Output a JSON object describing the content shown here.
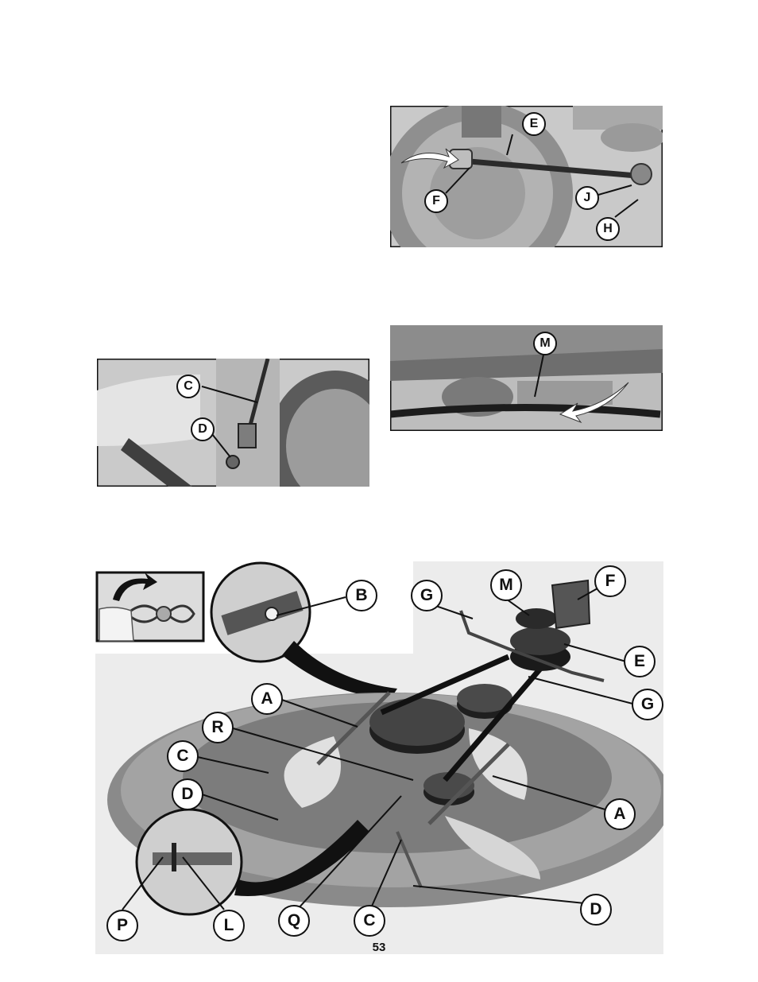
{
  "figures": {
    "drag_link": {
      "labels": {
        "E": "E",
        "F": "F",
        "J": "J",
        "H": "H"
      }
    },
    "belt_removal": {
      "labels": {
        "M": "M"
      }
    },
    "lift_link": {
      "labels": {
        "C": "C",
        "D": "D"
      }
    },
    "deck": {
      "inset_hand_label": "",
      "labels": {
        "B": "B",
        "G_top": "G",
        "M": "M",
        "F": "F",
        "E": "E",
        "G_right": "G",
        "A_left": "A",
        "R": "R",
        "C_left": "C",
        "D_left": "D",
        "A_right": "A",
        "D_bottom": "D",
        "P": "P",
        "L": "L",
        "Q": "Q",
        "C_bottom": "C"
      }
    }
  },
  "page_number": "53"
}
